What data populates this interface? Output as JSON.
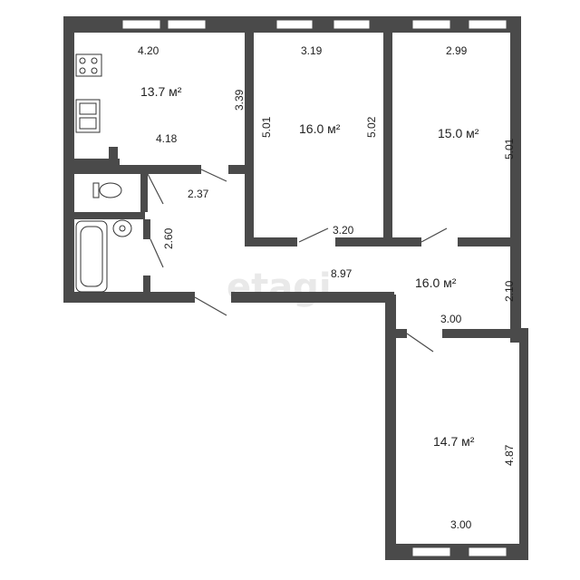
{
  "rooms": {
    "kitchen": {
      "area": "13.7 м²",
      "dim_top": "4.20",
      "dim_right": "3.39",
      "dim_bottom": "4.18"
    },
    "room1": {
      "area": "16.0 м²",
      "dim_top": "3.19",
      "dim_left": "5.01",
      "dim_right": "5.02",
      "dim_bottom": "3.20"
    },
    "room2": {
      "area": "15.0 м²",
      "dim_top": "2.99",
      "dim_right": "5.01"
    },
    "hall": {
      "area": "16.0 м²",
      "dim_length": "8.97",
      "dim_width": "2.10",
      "dim_bottom": "3.00"
    },
    "room3": {
      "area": "14.7 м²",
      "dim_right": "4.87",
      "dim_bottom": "3.00"
    },
    "toilet": {
      "dim": "2.37"
    },
    "bath": {
      "dim": "2.60"
    }
  },
  "watermark": "etagi",
  "colors": {
    "wall": "#4a4a4a",
    "window": "#ffffff",
    "fixture": "#333333"
  }
}
